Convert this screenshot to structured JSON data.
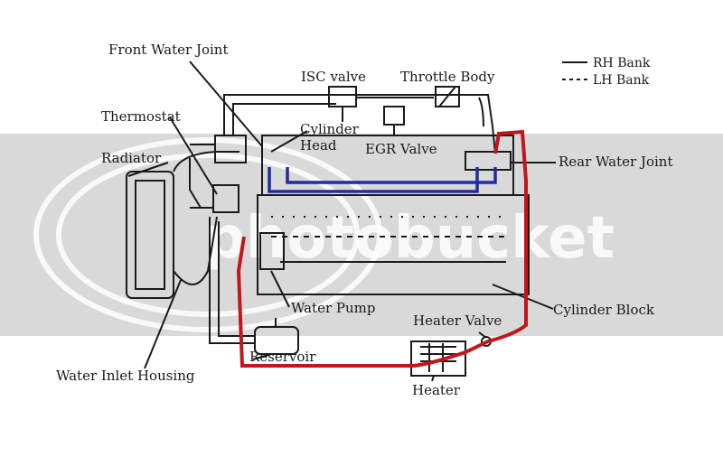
{
  "labels": {
    "front_water_joint": "Front Water Joint",
    "isc_valve": "ISC valve",
    "throttle_body": "Throttle Body",
    "thermostat": "Thermostat",
    "cylinder_head_1": "Cylinder",
    "cylinder_head_2": "Head",
    "egr_valve": "EGR Valve",
    "radiator": "Radiator",
    "rear_water_joint": "Rear Water Joint",
    "water_pump": "Water Pump",
    "heater_valve": "Heater Valve",
    "cylinder_block": "Cylinder Block",
    "reservoir": "Reservoir",
    "water_inlet_housing": "Water Inlet Housing",
    "heater": "Heater"
  },
  "legend": {
    "rh_bank": "RH Bank",
    "lh_bank": "LH Bank"
  },
  "watermark": {
    "text": "photobucket"
  },
  "colors": {
    "line": "#1a1a1a",
    "red_hose": "#c0161c",
    "blue_hose": "#1f2e9e",
    "watermark_band": "#d9d9d9"
  }
}
